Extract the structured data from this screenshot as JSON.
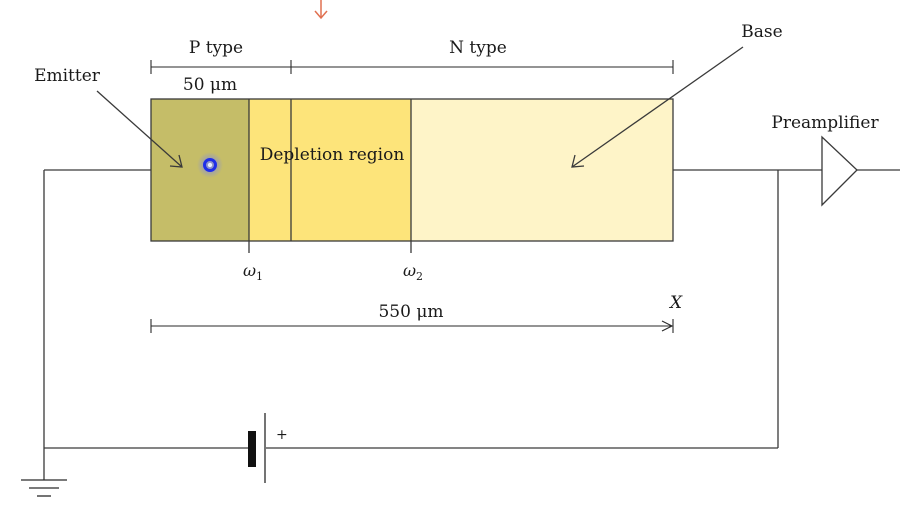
{
  "labels": {
    "p_type": "P type",
    "n_type": "N type",
    "p_width": "50 μm",
    "base": "Base",
    "emitter": "Emitter",
    "depletion": "Depletion region",
    "preamplifier": "Preamplifier",
    "w1_sym": "ω",
    "w1_sub": "1",
    "w2_sym": "ω",
    "w2_sub": "2",
    "total_length": "550 μm",
    "x_axis": "X",
    "battery_plus": "+"
  },
  "colors": {
    "emitter_region": "#c5bd68",
    "depletion_left": "#fde47a",
    "depletion_right": "#fde47a",
    "base_region": "#fef4c8",
    "top_arrow": "#e07050",
    "blue_dot": "#1f2ee8"
  },
  "icons": {
    "top_arrow": "down-arrow-icon",
    "blue_dot": "location-dot-icon",
    "preamp": "amplifier-triangle-icon",
    "battery": "battery-icon",
    "ground": "ground-icon"
  }
}
